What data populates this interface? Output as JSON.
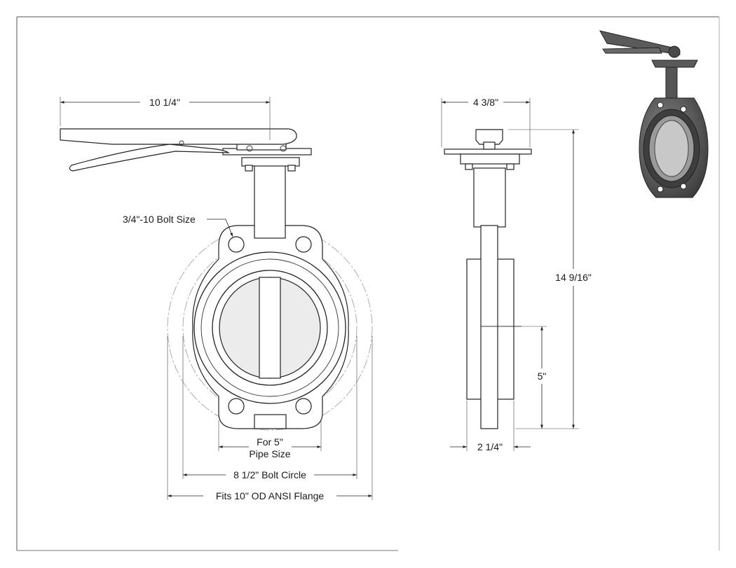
{
  "dimensions": {
    "handle_length": "10 1/4\"",
    "bolt_size": "3/4\"-10 Bolt Size",
    "pipe_size_line1": "For 5\"",
    "pipe_size_line2": "Pipe Size",
    "bolt_circle": "8 1/2\" Bolt Circle",
    "flange_fit": "Fits 10\" OD ANSI Flange",
    "top_plate_width": "4 3/8\"",
    "overall_height": "14 9/16\"",
    "center_height": "5\"",
    "body_width": "2 1/4\""
  },
  "colors": {
    "line": "#222222",
    "phantom": "#9a9a9a",
    "iso_body": "#5a5a5a"
  }
}
